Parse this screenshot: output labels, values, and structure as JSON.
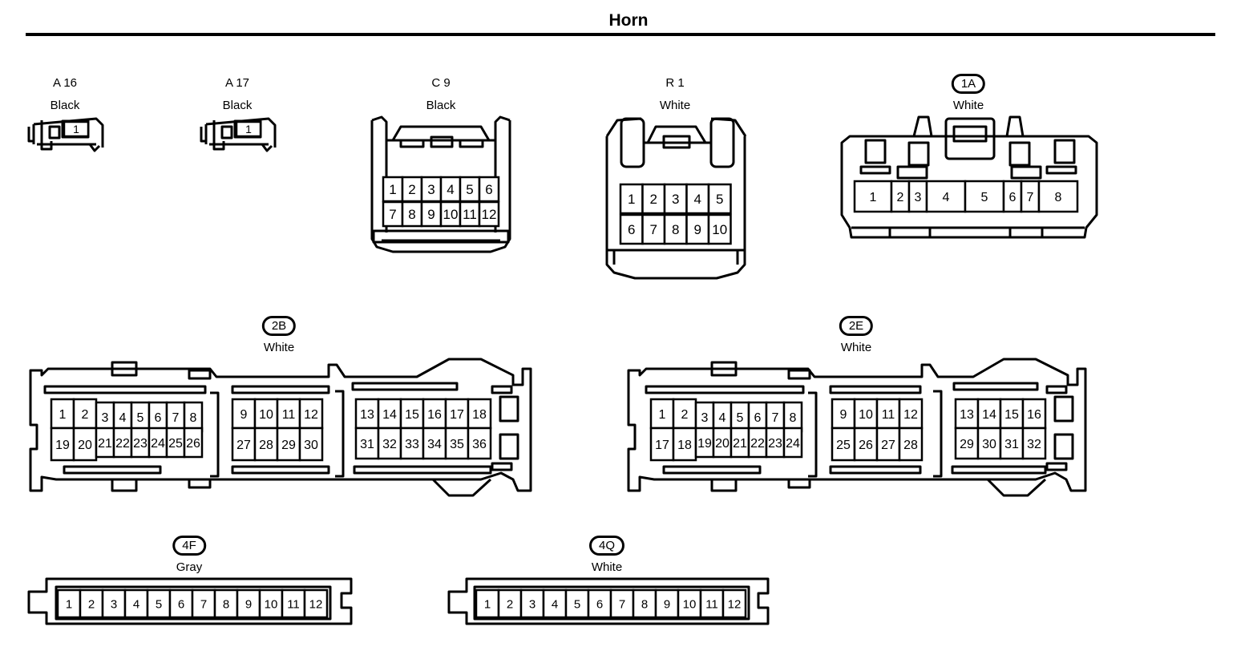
{
  "title": "Horn",
  "connectors": {
    "A16": {
      "code": "A 16",
      "color": "Black",
      "pins": [
        "1"
      ]
    },
    "A17": {
      "code": "A 17",
      "color": "Black",
      "pins": [
        "1"
      ]
    },
    "C9": {
      "code": "C 9",
      "color": "Black",
      "pins": [
        "1",
        "2",
        "3",
        "4",
        "5",
        "6",
        "7",
        "8",
        "9",
        "10",
        "11",
        "12"
      ]
    },
    "R1": {
      "code": "R 1",
      "color": "White",
      "pins": [
        "1",
        "2",
        "3",
        "4",
        "5",
        "6",
        "7",
        "8",
        "9",
        "10"
      ]
    },
    "J1A": {
      "code": "1A",
      "color": "White",
      "pins": [
        "1",
        "2",
        "3",
        "4",
        "5",
        "6",
        "7",
        "8"
      ]
    },
    "J2B": {
      "code": "2B",
      "color": "White",
      "pins": [
        "1",
        "2",
        "3",
        "4",
        "5",
        "6",
        "7",
        "8",
        "9",
        "10",
        "11",
        "12",
        "13",
        "14",
        "15",
        "16",
        "17",
        "18",
        "19",
        "20",
        "21",
        "22",
        "23",
        "24",
        "25",
        "26",
        "27",
        "28",
        "29",
        "30",
        "31",
        "32",
        "33",
        "34",
        "35",
        "36"
      ]
    },
    "J2E": {
      "code": "2E",
      "color": "White",
      "pins": [
        "1",
        "2",
        "3",
        "4",
        "5",
        "6",
        "7",
        "8",
        "9",
        "10",
        "11",
        "12",
        "13",
        "14",
        "15",
        "16",
        "17",
        "18",
        "19",
        "20",
        "21",
        "22",
        "23",
        "24",
        "25",
        "26",
        "27",
        "28",
        "29",
        "30",
        "31",
        "32"
      ]
    },
    "J4F": {
      "code": "4F",
      "color": "Gray",
      "pins": [
        "1",
        "2",
        "3",
        "4",
        "5",
        "6",
        "7",
        "8",
        "9",
        "10",
        "11",
        "12"
      ]
    },
    "J4Q": {
      "code": "4Q",
      "color": "White",
      "pins": [
        "1",
        "2",
        "3",
        "4",
        "5",
        "6",
        "7",
        "8",
        "9",
        "10",
        "11",
        "12"
      ]
    }
  }
}
